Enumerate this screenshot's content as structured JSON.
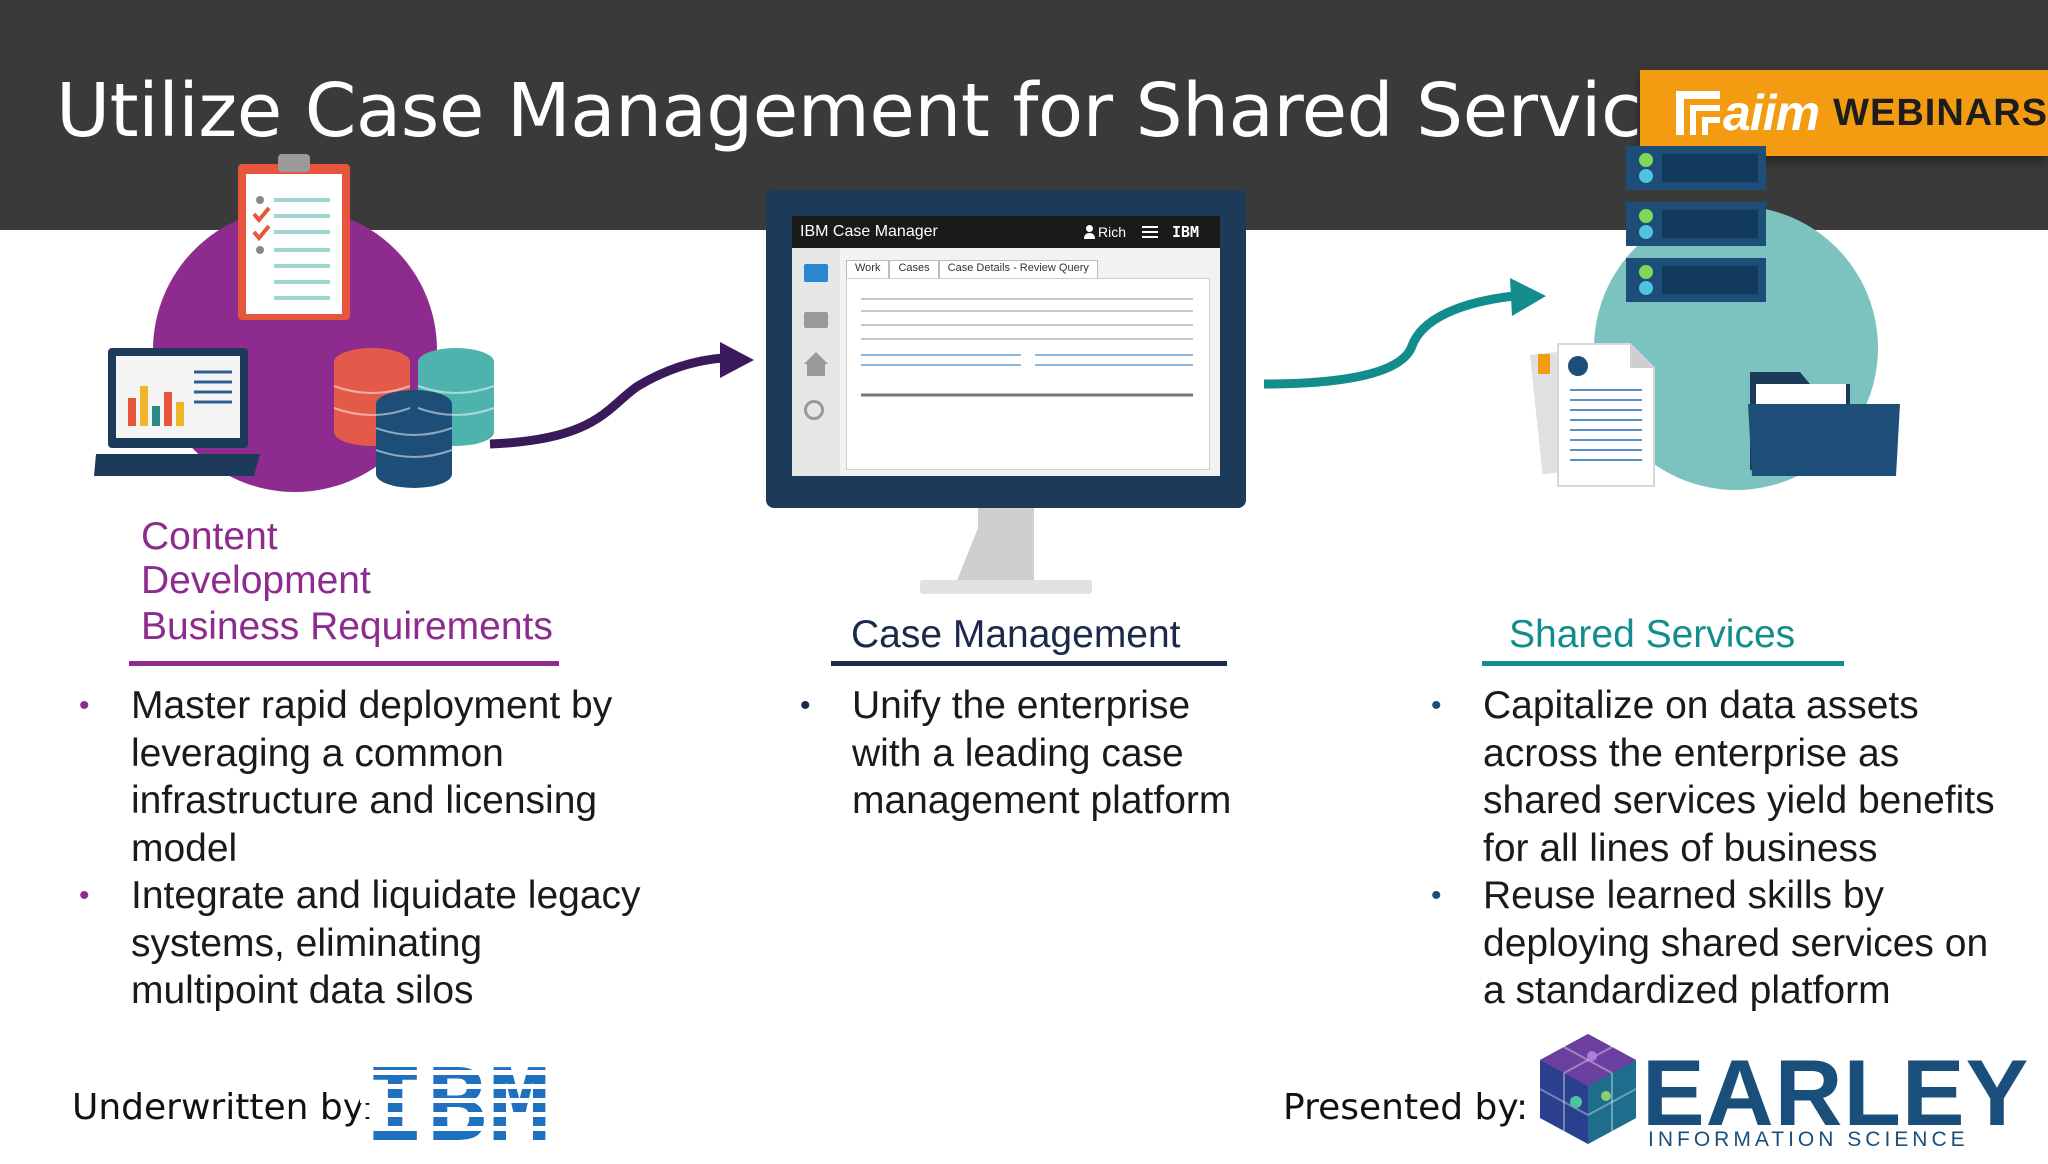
{
  "header": {
    "title": "Utilize Case Management for Shared Services",
    "badge": {
      "brand": "aiim",
      "label": "WEBINARS"
    }
  },
  "columns": {
    "left": {
      "heading_lines": [
        "Content",
        "Development",
        "Business Requirements"
      ],
      "color": "#8e2b8f",
      "bullets": [
        {
          "lines": [
            "Master rapid deployment by",
            "leveraging a common",
            "infrastructure and licensing",
            "model"
          ]
        },
        {
          "lines": [
            "Integrate and liquidate legacy",
            "systems, eliminating",
            "multipoint data silos"
          ]
        }
      ]
    },
    "center": {
      "heading": "Case Management",
      "color": "#1b2a4a",
      "bullets": [
        {
          "lines": [
            "Unify the enterprise",
            "with a leading case",
            "management platform"
          ]
        }
      ]
    },
    "right": {
      "heading": "Shared Services",
      "color": "#138c8c",
      "bullets": [
        {
          "lines": [
            "Capitalize on data assets",
            "across the enterprise as",
            "shared services yield benefits",
            "for all lines of business"
          ]
        },
        {
          "lines": [
            "Reuse learned skills by",
            "deploying shared services on",
            "a standardized platform"
          ]
        }
      ]
    }
  },
  "monitor_ui": {
    "app_title": "IBM Case Manager",
    "user": "Rich",
    "brand": "IBM",
    "tabs": [
      "Work",
      "Cases",
      "Case Details - Review Query"
    ],
    "sidebar_icons": [
      "folder-icon",
      "inbox-icon",
      "home-icon",
      "search-icon"
    ]
  },
  "footer": {
    "underwritten_label": "Underwritten by:",
    "underwritten_logo": "IBM",
    "presented_label": "Presented by:",
    "presenter_name": "EARLEY",
    "presenter_sub": "INFORMATION SCIENCE"
  },
  "colors": {
    "header_bg": "#3a3a3a",
    "badge": "#f39c12",
    "purple": "#8e2b8f",
    "navy": "#1b2a4a",
    "teal": "#138c8c",
    "ibm_blue": "#1f70c1"
  }
}
